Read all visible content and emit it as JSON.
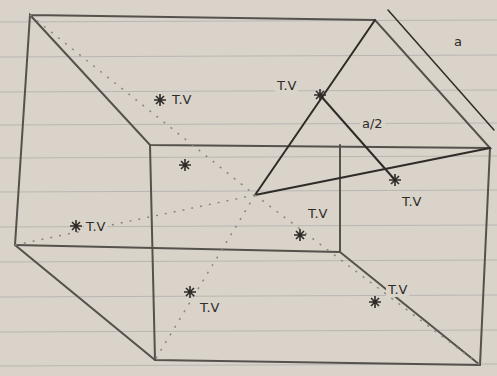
{
  "diagram": {
    "labels": [
      "T.V",
      "T.V",
      "T.V",
      "T.V",
      "T.V",
      "T.V",
      "T.V",
      "a",
      "a/2"
    ]
  }
}
